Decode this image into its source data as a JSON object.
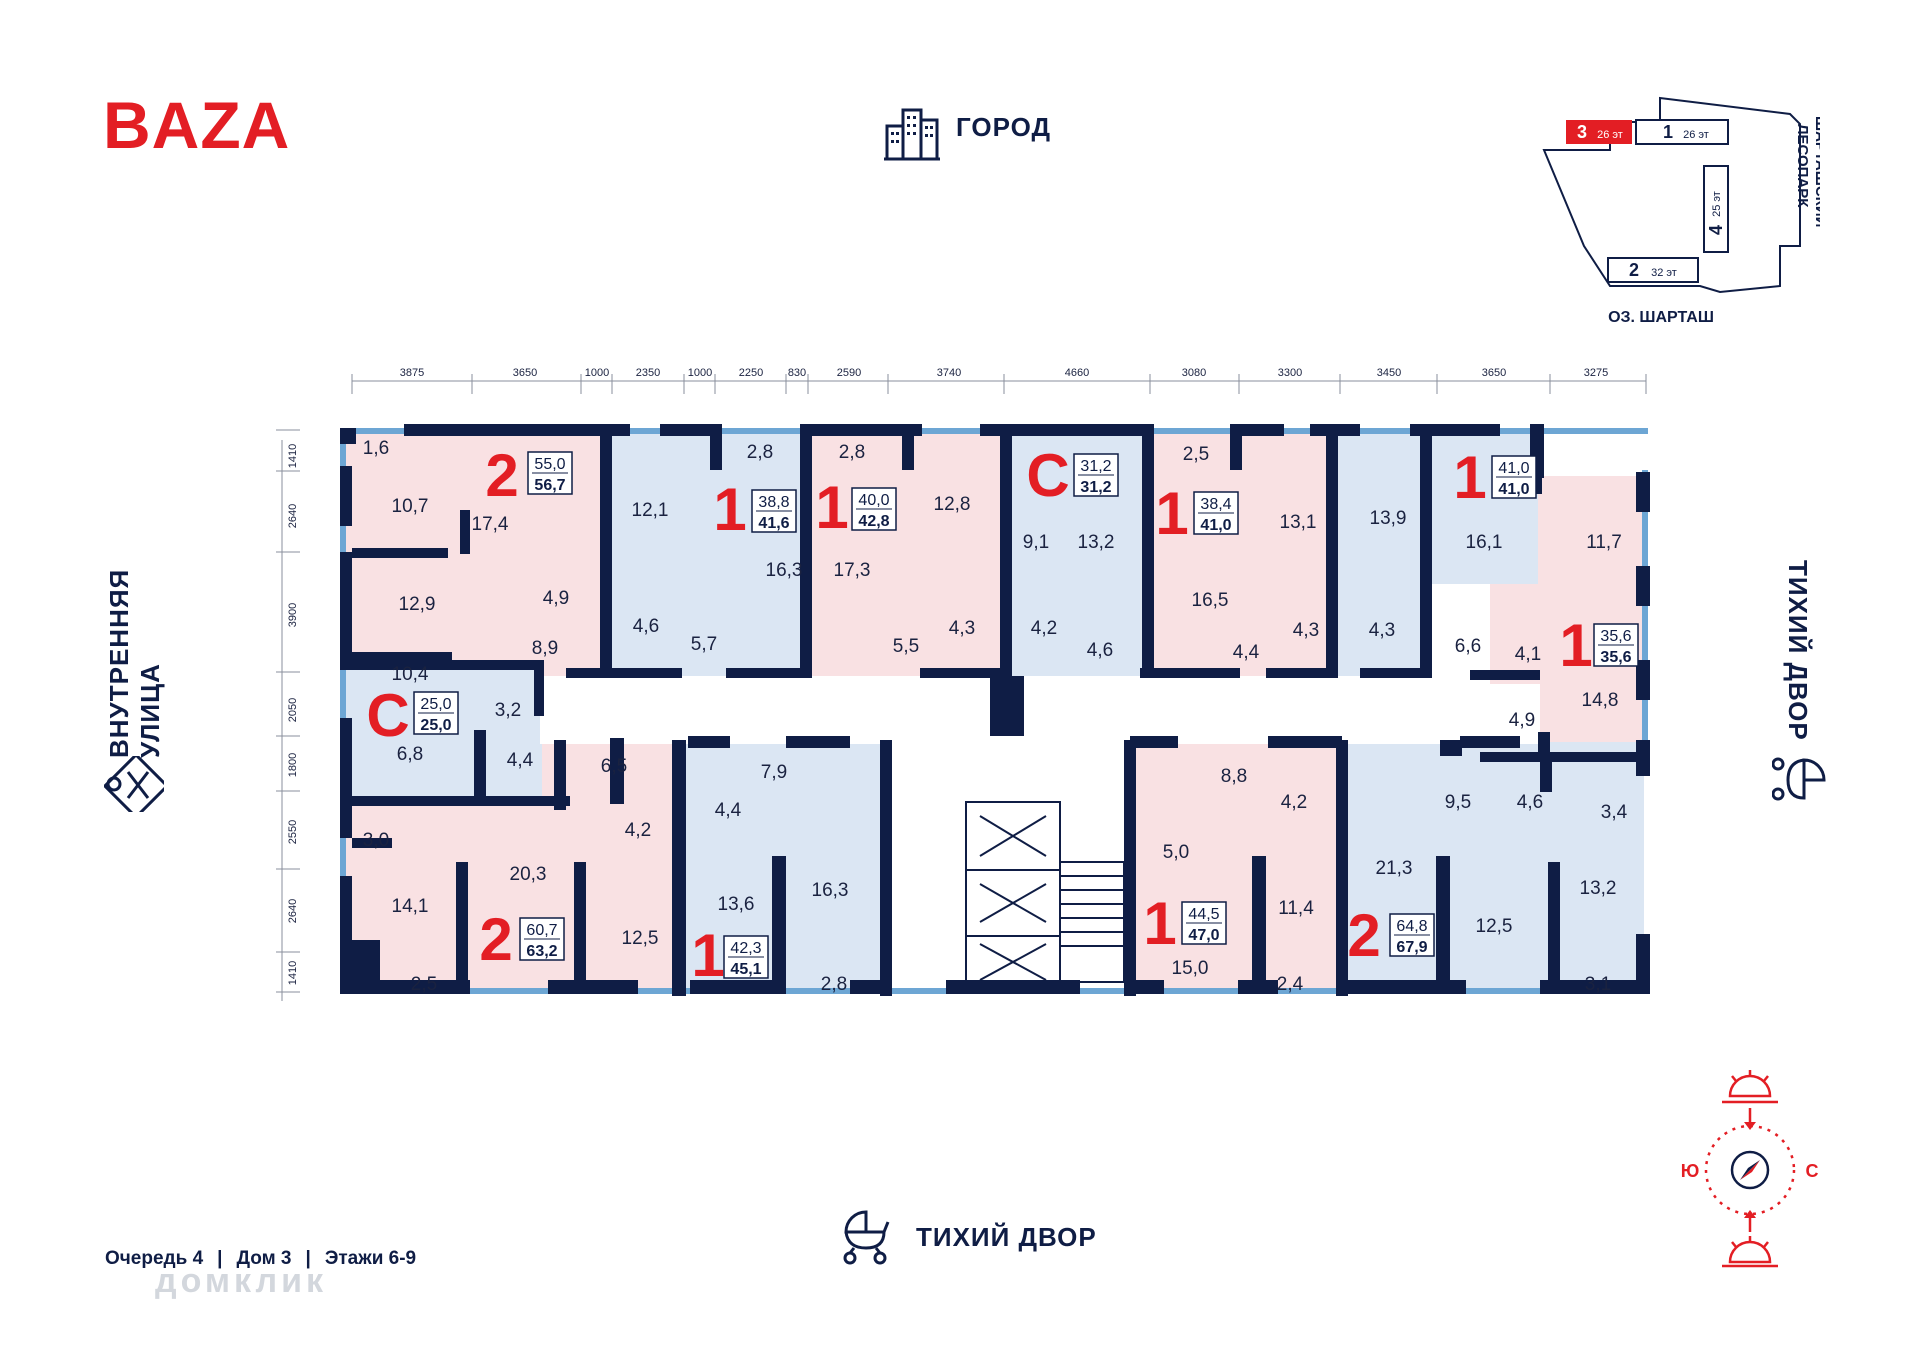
{
  "brand": {
    "logo": "BAZA"
  },
  "directions": {
    "top": "ГОРОД",
    "bottom": "ТИХИЙ ДВОР",
    "right": "ТИХИЙ ДВОР",
    "left_line1": "ВНУТРЕННЯЯ",
    "left_line2": "УЛИЦА"
  },
  "site_map": {
    "buildings": [
      {
        "num": "3",
        "floors": "26 эт"
      },
      {
        "num": "1",
        "floors": "26 эт"
      },
      {
        "num": "4",
        "floors": "25 эт"
      },
      {
        "num": "2",
        "floors": "32 эт"
      }
    ],
    "lake": "ОЗ. ШАРТАШ",
    "park_line1": "ШАРТАШСКИЙ",
    "park_line2": "ЛЕСОПАРК"
  },
  "compass": {
    "west": "Ю",
    "east": "С"
  },
  "footer": {
    "queue": "Очередь 4",
    "house": "Дом 3",
    "floors": "Этажи 6-9"
  },
  "watermark": "домклик",
  "colors": {
    "accent": "#e31e24",
    "navy": "#0f1d45",
    "pink": "#f9e1e3",
    "blue": "#dbe6f3"
  },
  "dimensions": {
    "top": [
      "3875",
      "3650",
      "1000",
      "2350",
      "1000",
      "2250",
      "830",
      "2590",
      "3740",
      "4660",
      "3080",
      "3300",
      "3450",
      "3650",
      "3275"
    ],
    "left": [
      "1410",
      "2640",
      "3900",
      "2050",
      "1800",
      "2550",
      "2640",
      "1410"
    ]
  },
  "apartments": [
    {
      "rooms": "2",
      "area": "55,0",
      "total": "56,7"
    },
    {
      "rooms": "1",
      "area": "38,8",
      "total": "41,6"
    },
    {
      "rooms": "1",
      "area": "40,0",
      "total": "42,8"
    },
    {
      "rooms": "С",
      "area": "31,2",
      "total": "31,2"
    },
    {
      "rooms": "1",
      "area": "38,4",
      "total": "41,0"
    },
    {
      "rooms": "1",
      "area": "41,0",
      "total": "41,0"
    },
    {
      "rooms": "1",
      "area": "35,6",
      "total": "35,6"
    },
    {
      "rooms": "С",
      "area": "25,0",
      "total": "25,0"
    },
    {
      "rooms": "2",
      "area": "60,7",
      "total": "63,2"
    },
    {
      "rooms": "1",
      "area": "42,3",
      "total": "45,1"
    },
    {
      "rooms": "1",
      "area": "44,5",
      "total": "47,0"
    },
    {
      "rooms": "2",
      "area": "64,8",
      "total": "67,9"
    }
  ],
  "room_areas": [
    "1,6",
    "10,7",
    "17,4",
    "4,9",
    "12,9",
    "8,9",
    "12,1",
    "4,6",
    "5,7",
    "2,8",
    "16,3",
    "2,8",
    "17,3",
    "5,5",
    "12,8",
    "4,3",
    "9,1",
    "13,2",
    "4,2",
    "4,6",
    "2,5",
    "16,5",
    "4,4",
    "13,1",
    "4,3",
    "13,9",
    "4,3",
    "6,6",
    "16,1",
    "4,1",
    "11,7",
    "14,8",
    "4,9",
    "10,4",
    "3,2",
    "6,8",
    "4,4",
    "6,5",
    "4,2",
    "7,9",
    "4,4",
    "3,0",
    "20,3",
    "14,1",
    "2,5",
    "12,5",
    "13,6",
    "16,3",
    "2,8",
    "8,8",
    "4,2",
    "5,0",
    "11,4",
    "15,0",
    "2,4",
    "9,5",
    "21,3",
    "12,5",
    "4,6",
    "3,4",
    "13,2",
    "3,1"
  ]
}
